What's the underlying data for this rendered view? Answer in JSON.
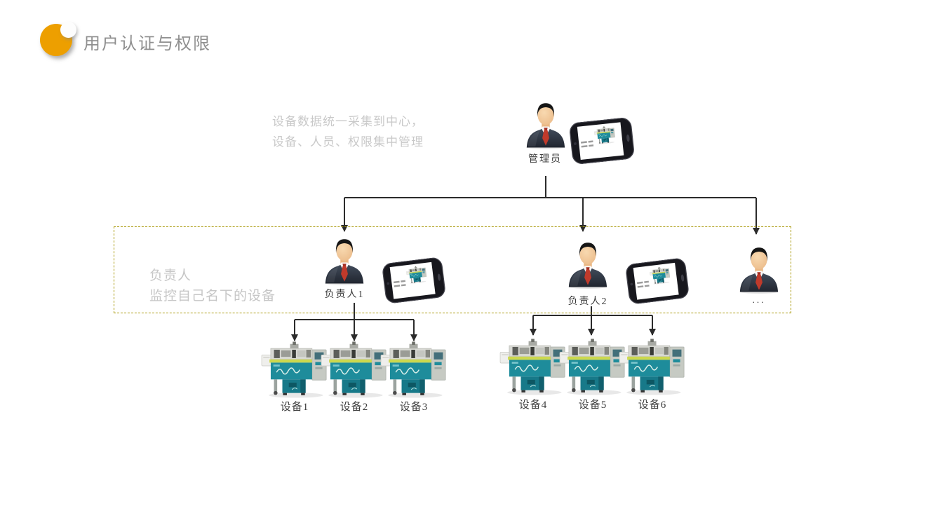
{
  "slide": {
    "title": "用户认证与权限",
    "caption": {
      "line1": "设备数据统一采集到中心，",
      "line2": "设备、人员、权限集中管理"
    },
    "admin": {
      "label": "管理员"
    },
    "managers_box": {
      "note_line1": "负责人",
      "note_line2": "监控自己名下的设备",
      "managers": [
        {
          "label": "负责人1"
        },
        {
          "label": "负责人2"
        },
        {
          "label": "..."
        }
      ]
    },
    "devices": [
      {
        "label": "设备1"
      },
      {
        "label": "设备2"
      },
      {
        "label": "设备3"
      },
      {
        "label": "设备4"
      },
      {
        "label": "设备5"
      },
      {
        "label": "设备6"
      }
    ],
    "colors": {
      "accent_orange": "#ED9F00",
      "dashed_border": "#AB9B10",
      "connector_line": "#2B2B2B",
      "title_gray": "#8F8F8F",
      "caption_gray": "#C9C9C9",
      "machine_teal": "#1E8C9B",
      "machine_stripe": "#CCD84E",
      "suit_navy": "#2E3542",
      "tie_red": "#C03A2B"
    }
  }
}
